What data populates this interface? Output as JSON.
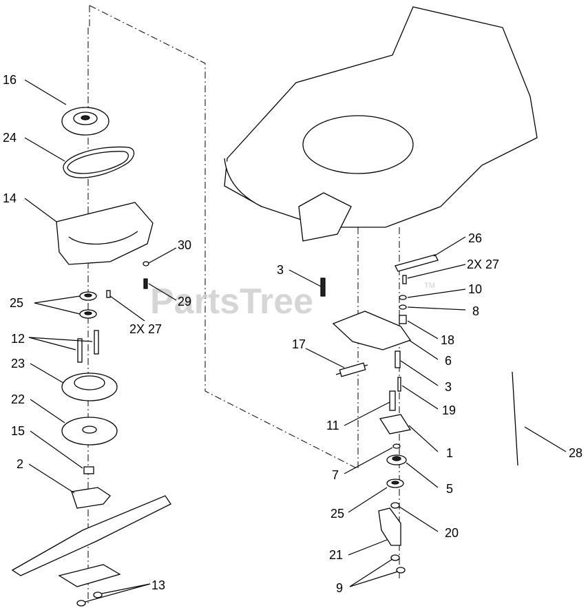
{
  "watermark": {
    "text": "PartsTree",
    "tm": "TM"
  },
  "callouts": {
    "c16": "16",
    "c24": "24",
    "c14": "14",
    "c30": "30",
    "c29": "29",
    "c25a": "25",
    "c27a": "2X 27",
    "c12": "12",
    "c23": "23",
    "c22": "22",
    "c15": "15",
    "c2": "2",
    "c13": "13",
    "c26": "26",
    "c27b": "2X 27",
    "c3a": "3",
    "c10": "10",
    "c8": "8",
    "c18": "18",
    "c17": "17",
    "c6": "6",
    "c3b": "3",
    "c19": "19",
    "c11": "11",
    "c1": "1",
    "c7": "7",
    "c5": "5",
    "c25b": "25",
    "c20": "20",
    "c21": "21",
    "c9": "9",
    "c28": "28"
  }
}
